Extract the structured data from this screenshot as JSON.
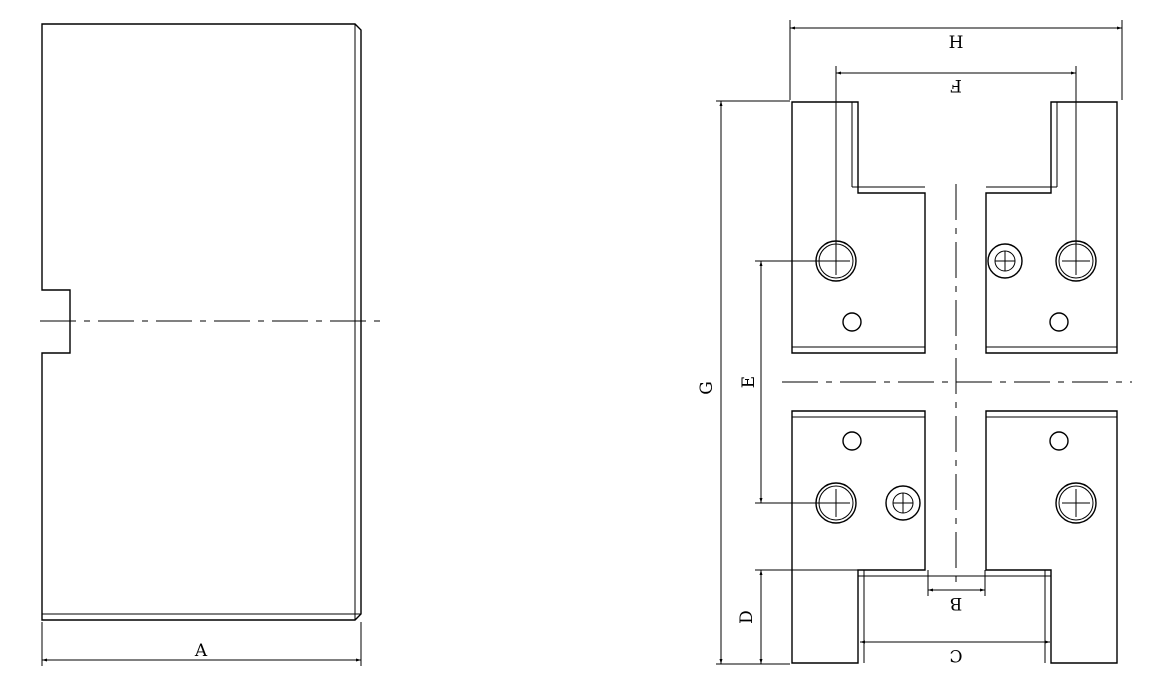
{
  "dimension_labels": {
    "A": "A",
    "B": "B",
    "C": "C",
    "D": "D",
    "E": "E",
    "F": "F",
    "G": "G",
    "H": "H"
  }
}
